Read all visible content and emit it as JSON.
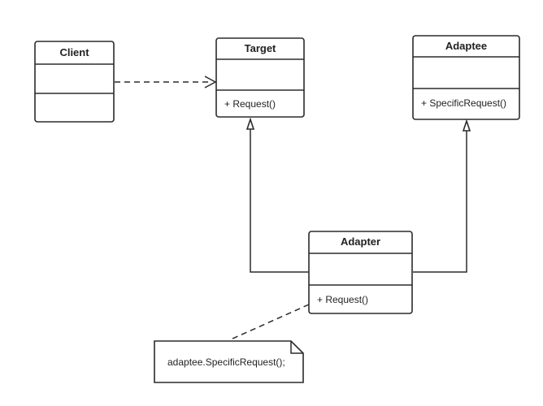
{
  "classes": {
    "client": {
      "name": "Client",
      "methods": []
    },
    "target": {
      "name": "Target",
      "methods": [
        "+ Request()"
      ]
    },
    "adaptee": {
      "name": "Adaptee",
      "methods": [
        "+ SpecificRequest()"
      ]
    },
    "adapter": {
      "name": "Adapter",
      "methods": [
        "+ Request()"
      ]
    }
  },
  "note": {
    "text": "adaptee.SpecificRequest();"
  },
  "relations": [
    {
      "from": "Client",
      "to": "Target",
      "type": "dependency"
    },
    {
      "from": "Adapter",
      "to": "Target",
      "type": "generalization"
    },
    {
      "from": "Adapter",
      "to": "Adaptee",
      "type": "generalization"
    },
    {
      "from": "note",
      "to": "Adapter",
      "type": "note-anchor"
    }
  ]
}
